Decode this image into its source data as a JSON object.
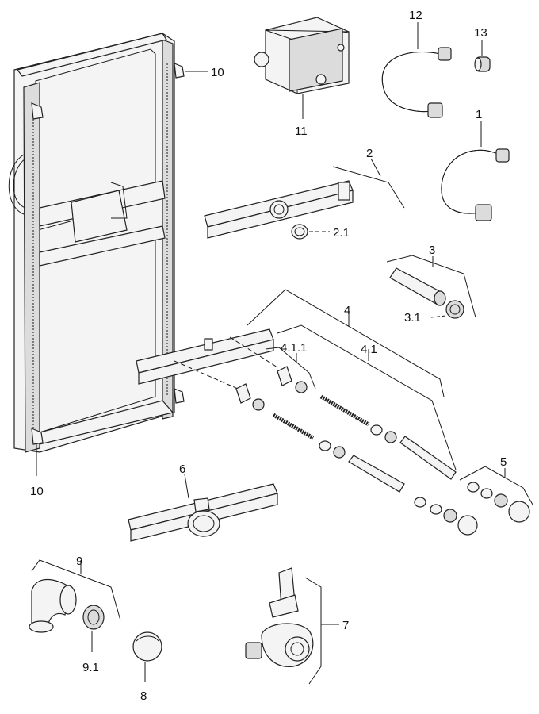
{
  "labels": {
    "l1": "1",
    "l2": "2",
    "l2_1": "2.1",
    "l3": "3",
    "l3_1": "3.1",
    "l4": "4",
    "l4_1": "4.1",
    "l4_1_1": "4.1.1",
    "l5": "5",
    "l6": "6",
    "l7": "7",
    "l8": "8",
    "l9": "9",
    "l9_1": "9.1",
    "l10_top": "10",
    "l10_bottom": "10",
    "l11": "11",
    "l12": "12",
    "l13": "13"
  }
}
